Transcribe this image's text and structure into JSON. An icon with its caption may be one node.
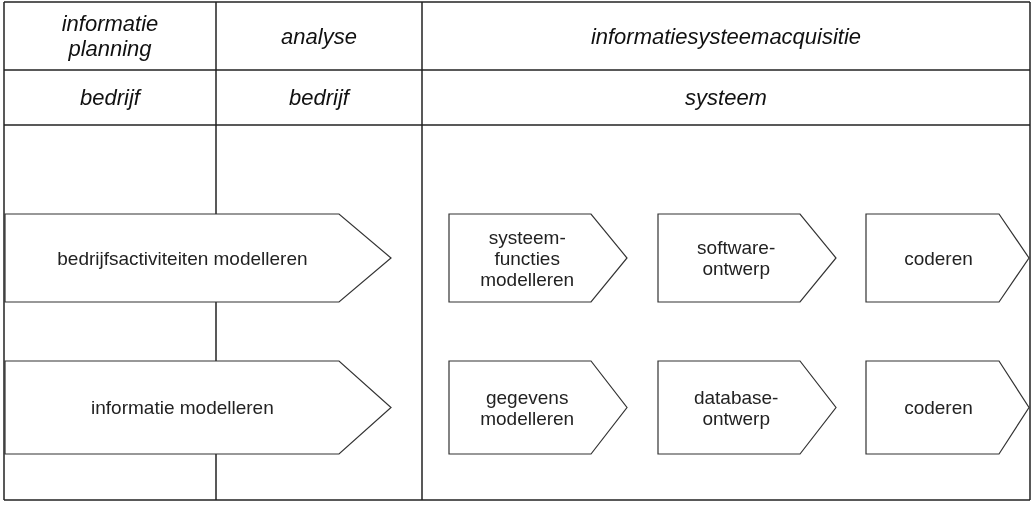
{
  "diagram": {
    "nodes": [
      {
        "text": [
          "bedrijfsactiviteiten modelleren"
        ]
      },
      {
        "text": [
          "informatie modelleren"
        ]
      },
      {
        "text": [
          "systeem-functies modelleren"
        ]
      },
      {
        "text": [
          "software-ontwerp"
        ]
      },
      {
        "text": [
          "coderen"
        ]
      },
      {
        "text": [
          "gegevens modelleren"
        ]
      },
      {
        "text": [
          "database-ontwerp"
        ]
      },
      {
        "text": [
          "coderen"
        ]
      }
    ],
    "labels": [
      "informatie planning",
      "analyse",
      "informatiesysteemacquisitie",
      "bedrijf",
      "bedrijf",
      "systeem"
    ]
  }
}
